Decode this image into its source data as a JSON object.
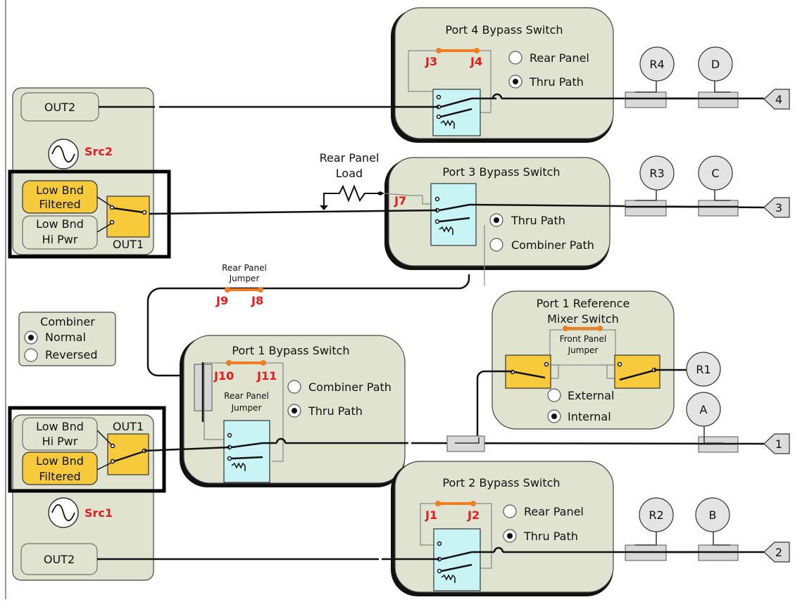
{
  "port4": {
    "title": "Port 4 Bypass Switch",
    "j_left": "J3",
    "j_right": "J4",
    "opt1": "Rear Panel",
    "opt2": "Thru Path"
  },
  "port3": {
    "title": "Port 3 Bypass Switch",
    "jack": "J7",
    "opt1": "Thru Path",
    "opt2": "Combiner Path"
  },
  "port1": {
    "title": "Port 1 Bypass Switch",
    "j_left": "J10",
    "j_right": "J11",
    "jumper1": "Rear Panel",
    "jumper2": "Jumper",
    "opt1": "Combiner Path",
    "opt2": "Thru Path"
  },
  "port2": {
    "title": "Port 2 Bypass Switch",
    "j_left": "J1",
    "j_right": "J2",
    "opt1": "Rear Panel",
    "opt2": "Thru Path"
  },
  "ref_mixer": {
    "title1": "Port 1 Reference",
    "title2": "Mixer Switch",
    "jumper1": "Front Panel",
    "jumper2": "Jumper",
    "opt1": "External",
    "opt2": "Internal"
  },
  "src2": {
    "out2": "OUT2",
    "name": "Src2",
    "filtered1": "Low Bnd",
    "filtered2": "Filtered",
    "hipwr1": "Low Bnd",
    "hipwr2": "Hi Pwr",
    "out1": "OUT1"
  },
  "src1": {
    "out2": "OUT2",
    "name": "Src1",
    "filtered1": "Low Bnd",
    "filtered2": "Filtered",
    "hipwr1": "Low Bnd",
    "hipwr2": "Hi Pwr",
    "out1": "OUT1"
  },
  "combiner": {
    "title": "Combiner",
    "opt1": "Normal",
    "opt2": "Reversed"
  },
  "rear_load": {
    "line1": "Rear Panel",
    "line2": "Load"
  },
  "rear_jumper": {
    "line1": "Rear Panel",
    "line2": "Jumper",
    "j_left": "J9",
    "j_right": "J8"
  },
  "receivers": {
    "r4": "R4",
    "d": "D",
    "r3": "R3",
    "c": "C",
    "r1": "R1",
    "a": "A",
    "r2": "R2",
    "b": "B"
  },
  "ports": {
    "p4": "4",
    "p3": "3",
    "p1": "1",
    "p2": "2"
  }
}
